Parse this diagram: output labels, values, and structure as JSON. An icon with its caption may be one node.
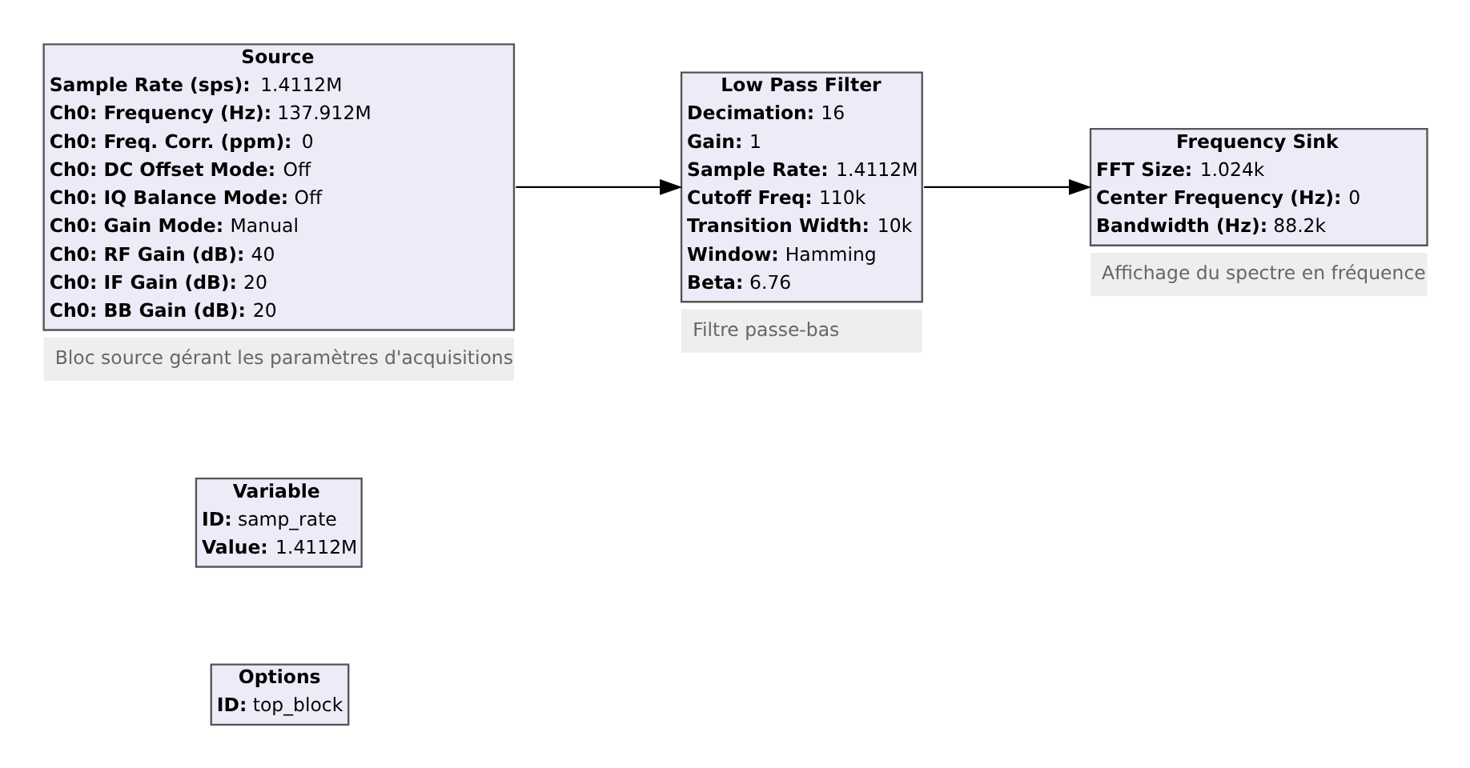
{
  "diagram": {
    "nodes": [
      {
        "text": [
          "Options",
          "**ID:** top_block"
        ]
      },
      {
        "text": [
          "Variable",
          "**ID:** samp_rate",
          "**Value:** 1.4112M"
        ]
      },
      {
        "text": [
          "Source",
          "**Sample Rate (sps):** 1.4112M",
          "**Ch0: Frequency (Hz):** 137.912M",
          "**Ch0: Freq. Corr. (ppm):** 0",
          "**Ch0: DC Offset Mode:** Off",
          "**Ch0: IQ Balance Mode:** Off",
          "**Ch0: Gain Mode:** Manual",
          "**Ch0: RF Gain (dB):** 40",
          "**Ch0: IF Gain (dB):** 20",
          "**Ch0: BB Gain (dB):** 20"
        ],
        "beside": [
          "Bloc source gérant les paramètres d'acquisitions"
        ]
      },
      {
        "text": [
          "Low Pass Filter",
          "**Decimation:** 16",
          "**Gain:** 1",
          "**Sample Rate:** 1.4112M",
          "**Cutoff Freq:** 110k",
          "**Transition Width:** 10k",
          "**Window:** Hamming",
          "**Beta:** 6.76"
        ],
        "beside": [
          "Filtre passe-bas"
        ]
      },
      {
        "text": [
          "Frequency Sink",
          "**FFT Size:** 1.024k",
          "**Center Frequency (Hz):** 0",
          "**Bandwidth (Hz):** 88.2k"
        ],
        "beside": [
          "Affichage du spectre en fréquence"
        ]
      }
    ],
    "edges": [
      {
        "from": 2,
        "to": 3,
        "arrow": "to"
      },
      {
        "from": 3,
        "to": 4,
        "arrow": "to"
      }
    ]
  }
}
